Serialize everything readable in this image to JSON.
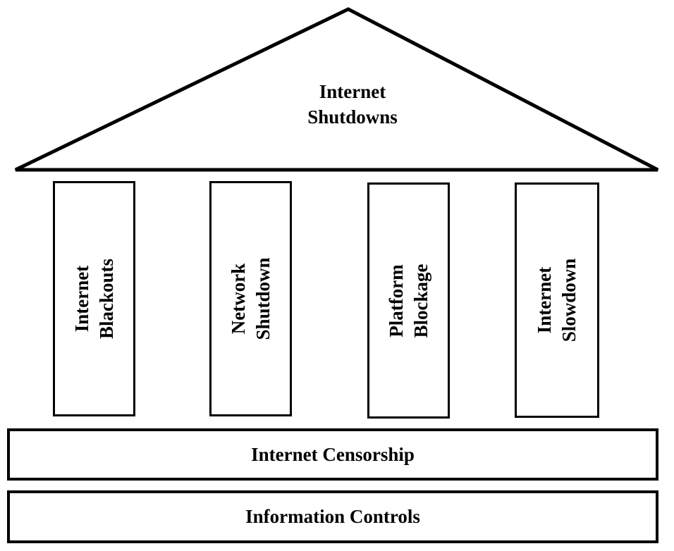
{
  "roof": {
    "line1": "Internet",
    "line2": "Shutdowns"
  },
  "pillars": [
    {
      "line1": "Internet",
      "line2": "Blackouts"
    },
    {
      "line1": "Network",
      "line2": "Shutdown"
    },
    {
      "line1": "Platform",
      "line2": "Blockage"
    },
    {
      "line1": "Internet",
      "line2": "Slowdown"
    }
  ],
  "bases": {
    "upper": "Internet Censorship",
    "lower": "Information Controls"
  }
}
